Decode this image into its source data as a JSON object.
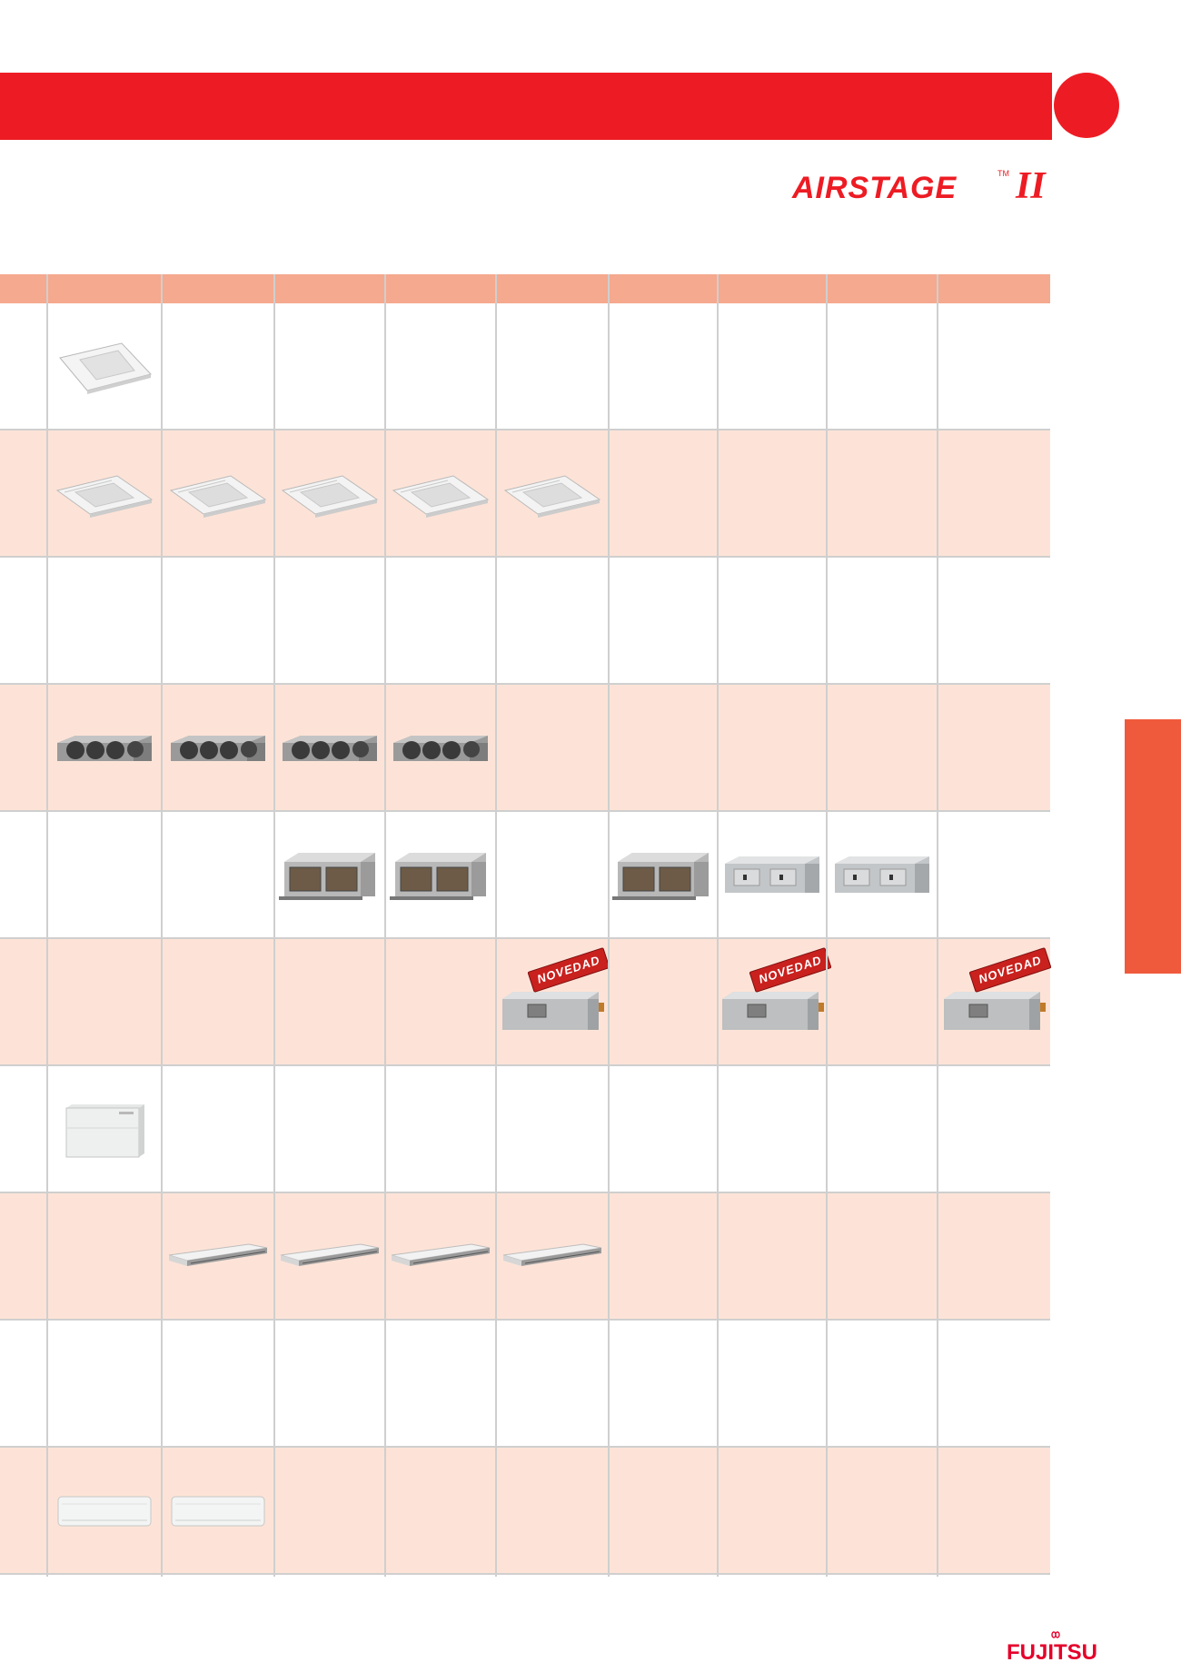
{
  "brand": {
    "logo_word": "AIRSTAGE",
    "logo_tm": "TM",
    "logo_roman": "II",
    "footer_logo": "FUJITSU"
  },
  "colors": {
    "accent_red": "#ed1c24",
    "header_salmon": "#f5a98e",
    "row_tint": "#fde3d7",
    "side_tab": "#f05a3c"
  },
  "table": {
    "columns": 9,
    "badge_label": "NOVEDAD",
    "rows": [
      {
        "key": "compact-cassette",
        "cells": [
          {
            "col": 0,
            "unit": "compact-cassette"
          }
        ]
      },
      {
        "key": "cassette",
        "cells": [
          {
            "col": 0,
            "unit": "cassette"
          },
          {
            "col": 1,
            "unit": "cassette"
          },
          {
            "col": 2,
            "unit": "cassette"
          },
          {
            "col": 3,
            "unit": "cassette"
          },
          {
            "col": 4,
            "unit": "cassette"
          }
        ]
      },
      {
        "key": "empty-1",
        "cells": []
      },
      {
        "key": "slim-duct",
        "cells": [
          {
            "col": 0,
            "unit": "slim-duct"
          },
          {
            "col": 1,
            "unit": "slim-duct"
          },
          {
            "col": 2,
            "unit": "slim-duct"
          },
          {
            "col": 3,
            "unit": "slim-duct"
          }
        ]
      },
      {
        "key": "high-static-duct",
        "cells": [
          {
            "col": 2,
            "unit": "duct-open"
          },
          {
            "col": 3,
            "unit": "duct-open"
          },
          {
            "col": 5,
            "unit": "duct-open"
          },
          {
            "col": 6,
            "unit": "duct-closed"
          },
          {
            "col": 7,
            "unit": "duct-closed"
          }
        ]
      },
      {
        "key": "new-duct",
        "cells": [
          {
            "col": 4,
            "unit": "duct-new",
            "badge": true
          },
          {
            "col": 6,
            "unit": "duct-new",
            "badge": true
          },
          {
            "col": 8,
            "unit": "duct-new",
            "badge": true
          }
        ]
      },
      {
        "key": "floor-console",
        "cells": [
          {
            "col": 0,
            "unit": "floor-console"
          }
        ]
      },
      {
        "key": "ceiling",
        "cells": [
          {
            "col": 1,
            "unit": "ceiling"
          },
          {
            "col": 2,
            "unit": "ceiling"
          },
          {
            "col": 3,
            "unit": "ceiling"
          },
          {
            "col": 4,
            "unit": "ceiling"
          }
        ]
      },
      {
        "key": "empty-2",
        "cells": []
      },
      {
        "key": "wall",
        "cells": [
          {
            "col": 0,
            "unit": "wall"
          },
          {
            "col": 1,
            "unit": "wall"
          }
        ]
      }
    ]
  }
}
